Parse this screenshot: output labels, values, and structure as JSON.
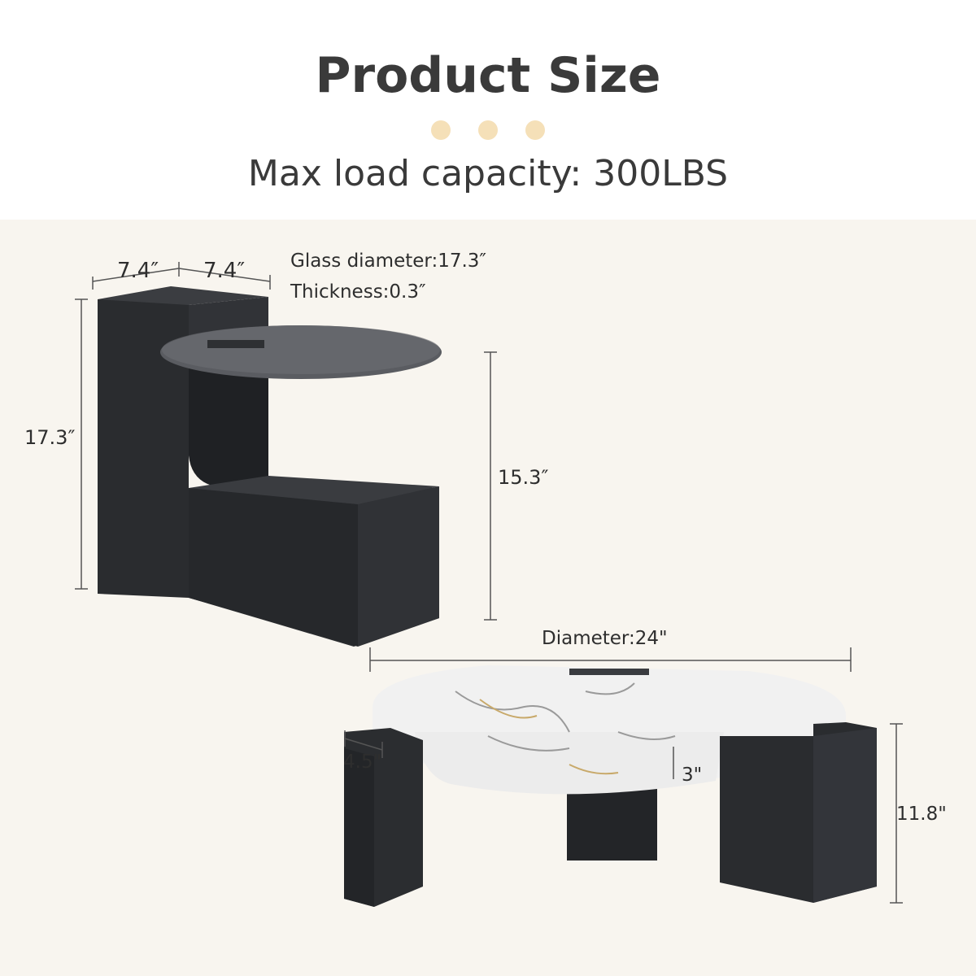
{
  "header": {
    "title": "Product Size",
    "subtitle": "Max load capacity: 300LBS",
    "dot_color": "#f5e0b8"
  },
  "side_table": {
    "width_left": "7.4″",
    "width_right": "7.4″",
    "glass_diameter": "Glass diameter:17.3″",
    "thickness": "Thickness:0.3″",
    "total_height": "17.3″",
    "glass_height": "15.3″"
  },
  "coffee_table": {
    "diameter": "Diameter:24\"",
    "leg_width": "4.5\"",
    "top_thickness": "3\"",
    "height": "11.8\""
  },
  "colors": {
    "panel_bg": "#f8f5ef",
    "body_black": "#2b2d30",
    "glass": "#5b5d62",
    "marble": "#f3f3f3"
  }
}
